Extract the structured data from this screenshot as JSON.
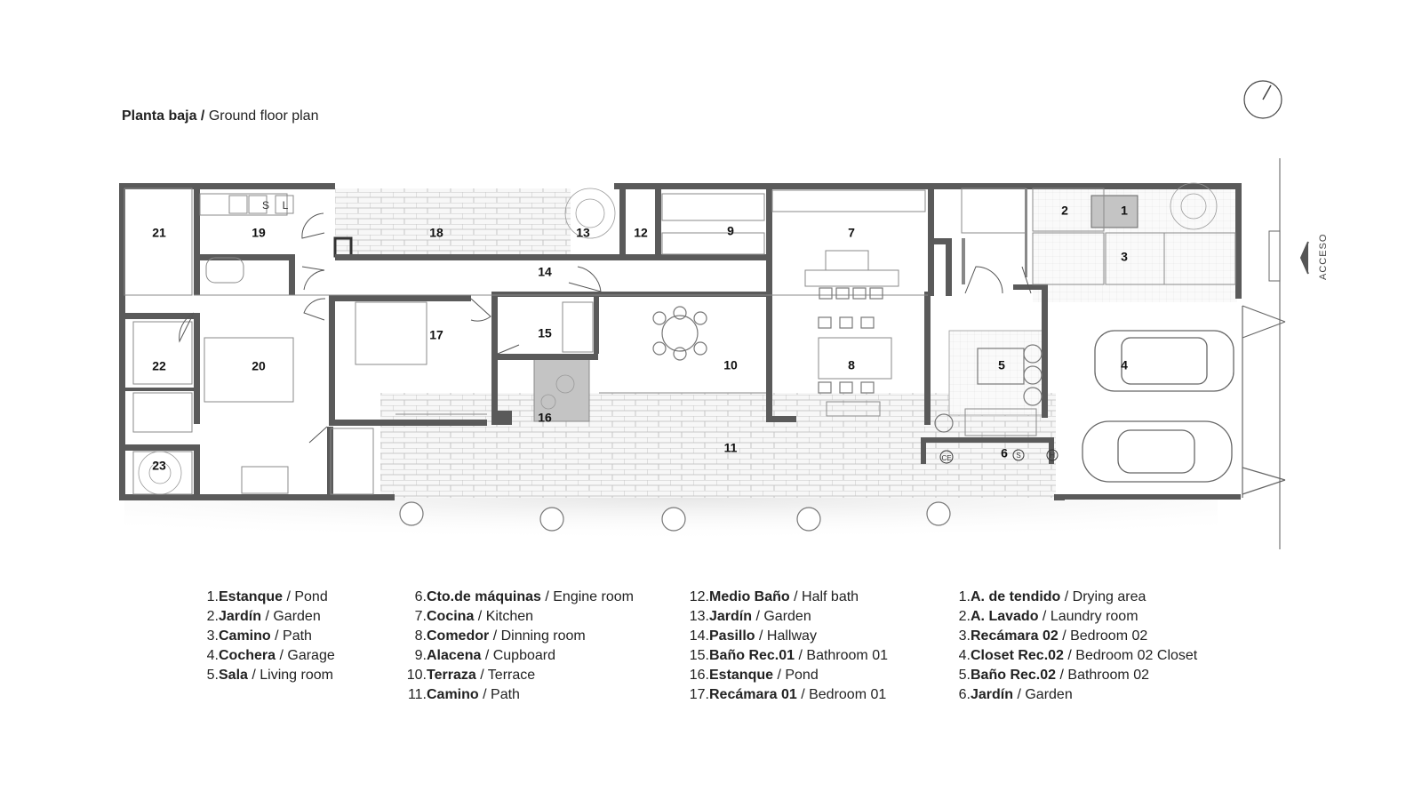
{
  "title": {
    "bold": "Planta baja /",
    "normal": "Ground floor plan"
  },
  "access_label": "ACCESO",
  "room_numbers": [
    "1",
    "2",
    "3",
    "4",
    "5",
    "6",
    "7",
    "8",
    "9",
    "10",
    "11",
    "12",
    "13",
    "14",
    "15",
    "16",
    "17",
    "18",
    "19",
    "20",
    "21",
    "22",
    "23"
  ],
  "fixture_labels": {
    "sink": "S",
    "laundry": "L",
    "ce": "CE",
    "s2": "S",
    "h": "H"
  },
  "legend": [
    [
      {
        "num": "1.",
        "es": "Estanque",
        "en": "/ Pond"
      },
      {
        "num": "2.",
        "es": "Jardín",
        "en": "/ Garden"
      },
      {
        "num": "3.",
        "es": "Camino",
        "en": "/ Path"
      },
      {
        "num": "4.",
        "es": "Cochera",
        "en": "/ Garage"
      },
      {
        "num": "5.",
        "es": "Sala",
        "en": "/ Living room"
      }
    ],
    [
      {
        "num": "6.",
        "es": "Cto.de máquinas",
        "en": "/ Engine room"
      },
      {
        "num": "7.",
        "es": "Cocina",
        "en": "/ Kitchen"
      },
      {
        "num": "8.",
        "es": "Comedor",
        "en": "/ Dinning room"
      },
      {
        "num": "9.",
        "es": "Alacena",
        "en": "/ Cupboard"
      },
      {
        "num": "10.",
        "es": "Terraza",
        "en": "/ Terrace"
      },
      {
        "num": "11.",
        "es": "Camino",
        "en": "/ Path"
      }
    ],
    [
      {
        "num": "12.",
        "es": "Medio Baño",
        "en": "/ Half bath"
      },
      {
        "num": "13.",
        "es": "Jardín",
        "en": "/ Garden"
      },
      {
        "num": "14.",
        "es": "Pasillo",
        "en": "/ Hallway"
      },
      {
        "num": "15.",
        "es": "Baño Rec.01",
        "en": "/ Bathroom 01"
      },
      {
        "num": "16.",
        "es": "Estanque",
        "en": "/ Pond"
      },
      {
        "num": "17.",
        "es": "Recámara 01",
        "en": "/ Bedroom 01"
      }
    ],
    [
      {
        "num": "1.",
        "es": "A. de tendido",
        "en": "/ Drying area"
      },
      {
        "num": "2.",
        "es": "A. Lavado",
        "en": "/ Laundry room"
      },
      {
        "num": "3.",
        "es": "Recámara 02",
        "en": "/ Bedroom 02"
      },
      {
        "num": "4.",
        "es": "Closet Rec.02",
        "en": "/ Bedroom 02 Closet"
      },
      {
        "num": "5.",
        "es": "Baño Rec.02",
        "en": "/ Bathroom 02"
      },
      {
        "num": "6.",
        "es": "Jardín",
        "en": "/ Garden"
      }
    ]
  ],
  "colors": {
    "wall": "#5a5a5a",
    "line": "#888888",
    "pond": "#bdbdbd",
    "brick": "#cfcfcf",
    "text": "#222222"
  }
}
